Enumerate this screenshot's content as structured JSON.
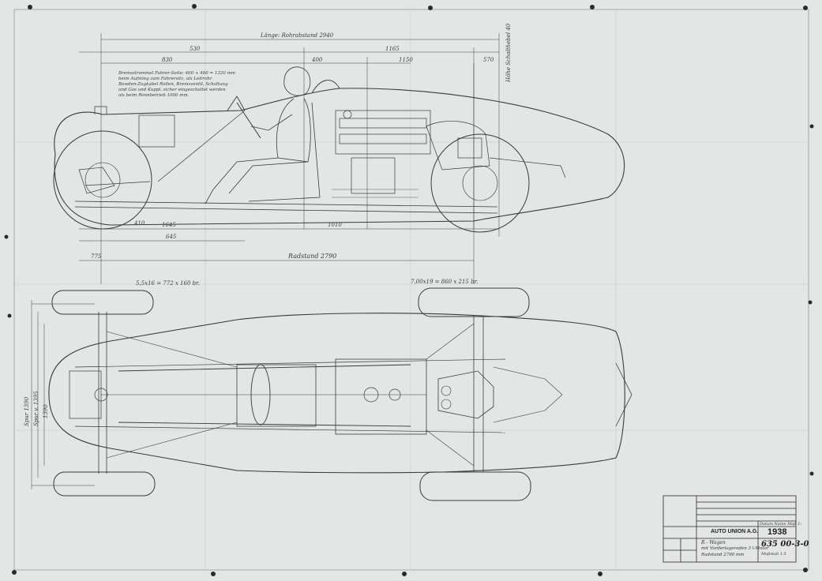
{
  "drawing": {
    "side_view": {
      "overall_length": "Länge: Rohrabstand 2940",
      "wheelbase": "Radstand 2790",
      "dims": {
        "d1": "530",
        "d2": "1165",
        "d3": "830",
        "d4": "1150",
        "d5": "400",
        "d6": "570",
        "d7": "1645",
        "d8": "1010",
        "d9": "410",
        "d10": "645",
        "d11": "775"
      },
      "note_lines": [
        "Bremsstrommel Fahrer-Seite: 460 + 460 = 1320 mm",
        "beim Aufstieg zum Fahrersitz, als Leitrohr",
        "Bowden-Zugkabel Rollen, Bremsventil, Schaltung",
        "und Gas und Kuppl. sicher eingeschaltet werden",
        "als beim Rennbetrieb 1000 mm."
      ],
      "side_note": "Höhe Schalthebel 40"
    },
    "plan_view": {
      "front_tyre": "5,5x16 = 772 x 160 br.",
      "rear_tyre": "7,00x19 = 860 x 215 br.",
      "left_dims": [
        "Spur 1390",
        "Spur v. 1395",
        "1390"
      ]
    },
    "title_block": {
      "company": "AUTO UNION A.G.",
      "year": "1938",
      "drawing_number": "635 00-3-0",
      "description_lines": [
        "R - Wagen",
        "mit Vorderlageraden 3 l-Motor",
        "Radstand 2790 mm"
      ],
      "header_right": "Datum  Name  Maß 1:",
      "scale_note": "Maßstab 1:5"
    }
  }
}
